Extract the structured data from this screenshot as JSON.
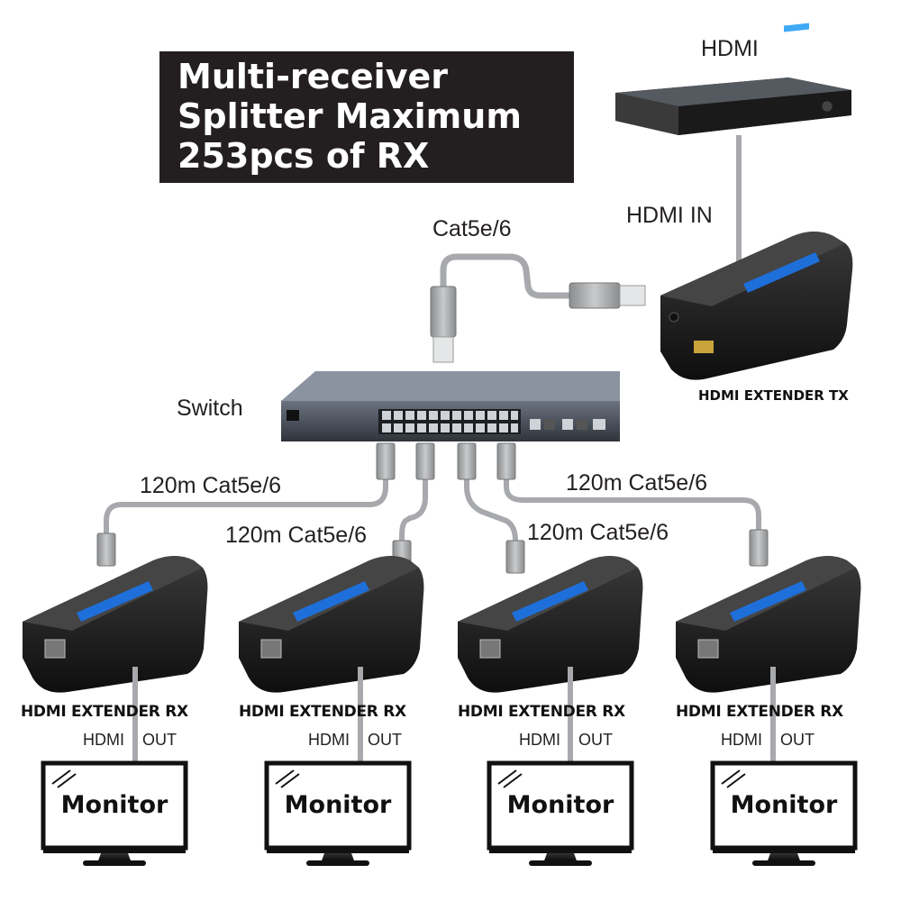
{
  "title": {
    "line1": "Multi-receiver",
    "line2": "Splitter Maximum",
    "line3": "253pcs of RX"
  },
  "source": {
    "label": "HDMI"
  },
  "tx": {
    "input_label": "HDMI IN",
    "device_label": "HDMI EXTENDER TX"
  },
  "uplink_cable": {
    "label": "Cat5e/6"
  },
  "switch": {
    "label": "Switch"
  },
  "rx_cables": [
    {
      "label": "120m Cat5e/6"
    },
    {
      "label": "120m Cat5e/6"
    },
    {
      "label": "120m Cat5e/6"
    },
    {
      "label": "120m Cat5e/6"
    }
  ],
  "receivers": [
    {
      "device_label": "HDMI EXTENDER RX",
      "port_hdmi": "HDMI",
      "port_out": "OUT",
      "monitor_label": "Monitor"
    },
    {
      "device_label": "HDMI EXTENDER RX",
      "port_hdmi": "HDMI",
      "port_out": "OUT",
      "monitor_label": "Monitor"
    },
    {
      "device_label": "HDMI EXTENDER RX",
      "port_hdmi": "HDMI",
      "port_out": "OUT",
      "monitor_label": "Monitor"
    },
    {
      "device_label": "HDMI EXTENDER RX",
      "port_hdmi": "HDMI",
      "port_out": "OUT",
      "monitor_label": "Monitor"
    }
  ],
  "colors": {
    "title_bg": "#231f20",
    "title_text": "#ffffff",
    "cable": "#a7a9ac",
    "device_body": "#1c1c1c",
    "accent_blue": "#1e6fd9"
  }
}
